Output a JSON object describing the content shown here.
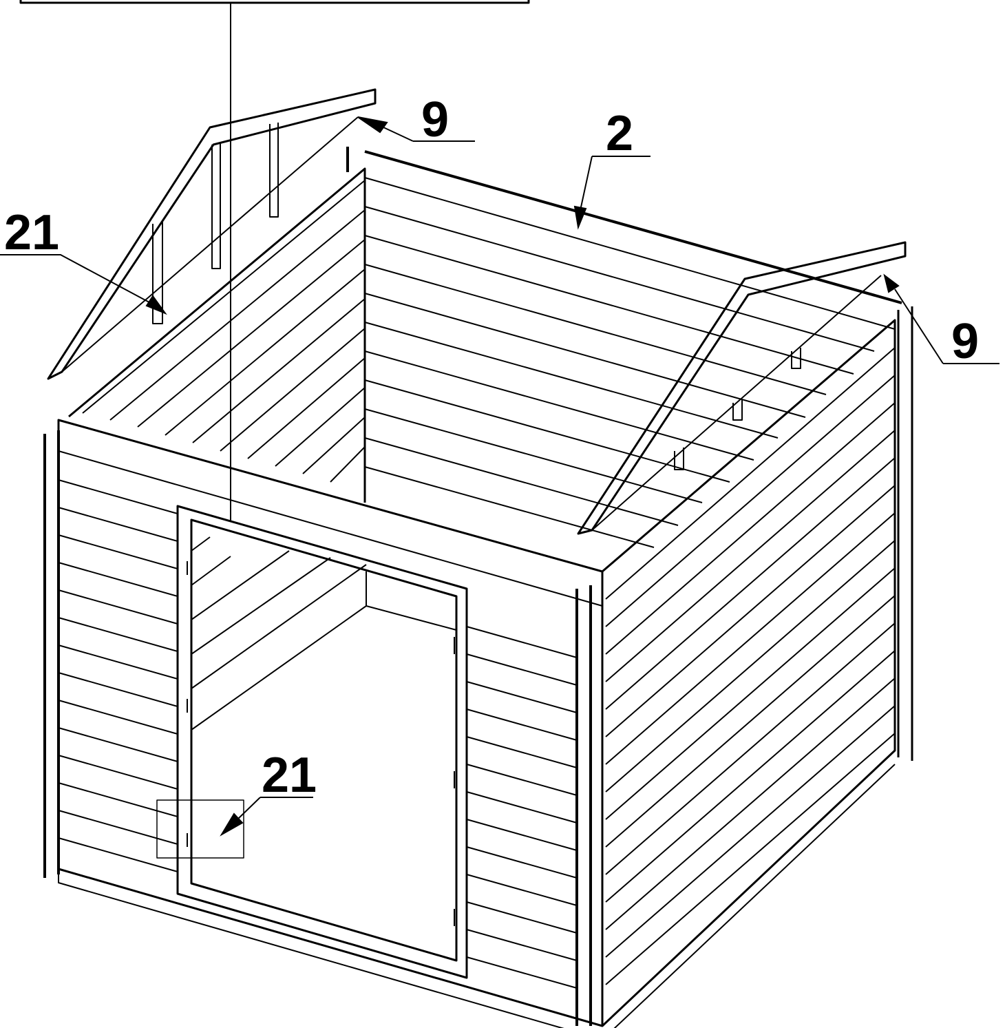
{
  "diagram": {
    "callouts": [
      {
        "id": "gable-right",
        "label": "9"
      },
      {
        "id": "back-wall",
        "label": "2"
      },
      {
        "id": "bracket-left",
        "label": "21"
      },
      {
        "id": "gable-left",
        "label": "9"
      },
      {
        "id": "bracket-door",
        "label": "21"
      }
    ]
  },
  "colors": {
    "ink": "#000000",
    "paper": "#ffffff"
  }
}
